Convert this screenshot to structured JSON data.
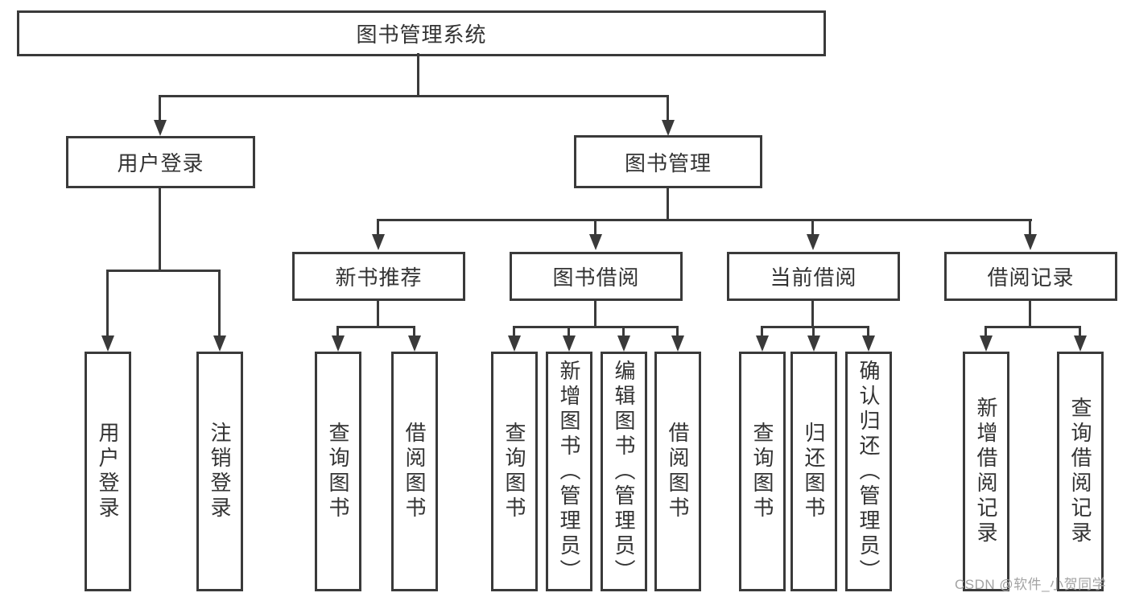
{
  "tree": {
    "root": {
      "label": "图书管理系统"
    },
    "level2": [
      {
        "label": "用户登录"
      },
      {
        "label": "图书管理"
      }
    ],
    "login_children": [
      {
        "label": "用户登录"
      },
      {
        "label": "注销登录"
      }
    ],
    "level3": [
      {
        "label": "新书推荐"
      },
      {
        "label": "图书借阅"
      },
      {
        "label": "当前借阅"
      },
      {
        "label": "借阅记录"
      }
    ],
    "newbook_children": [
      {
        "label": "查询图书"
      },
      {
        "label": "借阅图书"
      }
    ],
    "borrow_children": [
      {
        "label": "查询图书"
      },
      {
        "label": "新增图书（管理员）"
      },
      {
        "label": "编辑图书（管理员）"
      },
      {
        "label": "借阅图书"
      }
    ],
    "current_children": [
      {
        "label": "查询图书"
      },
      {
        "label": "归还图书"
      },
      {
        "label": "确认归还（管理员）"
      }
    ],
    "records_children": [
      {
        "label": "新增借阅记录"
      },
      {
        "label": "查询借阅记录"
      }
    ]
  },
  "watermark": {
    "text": "CSDN @软件_小贺同学"
  },
  "colors": {
    "line": "#3a3a3a",
    "text": "#333333",
    "background": "#ffffff",
    "watermark": "#a3a3a3"
  }
}
